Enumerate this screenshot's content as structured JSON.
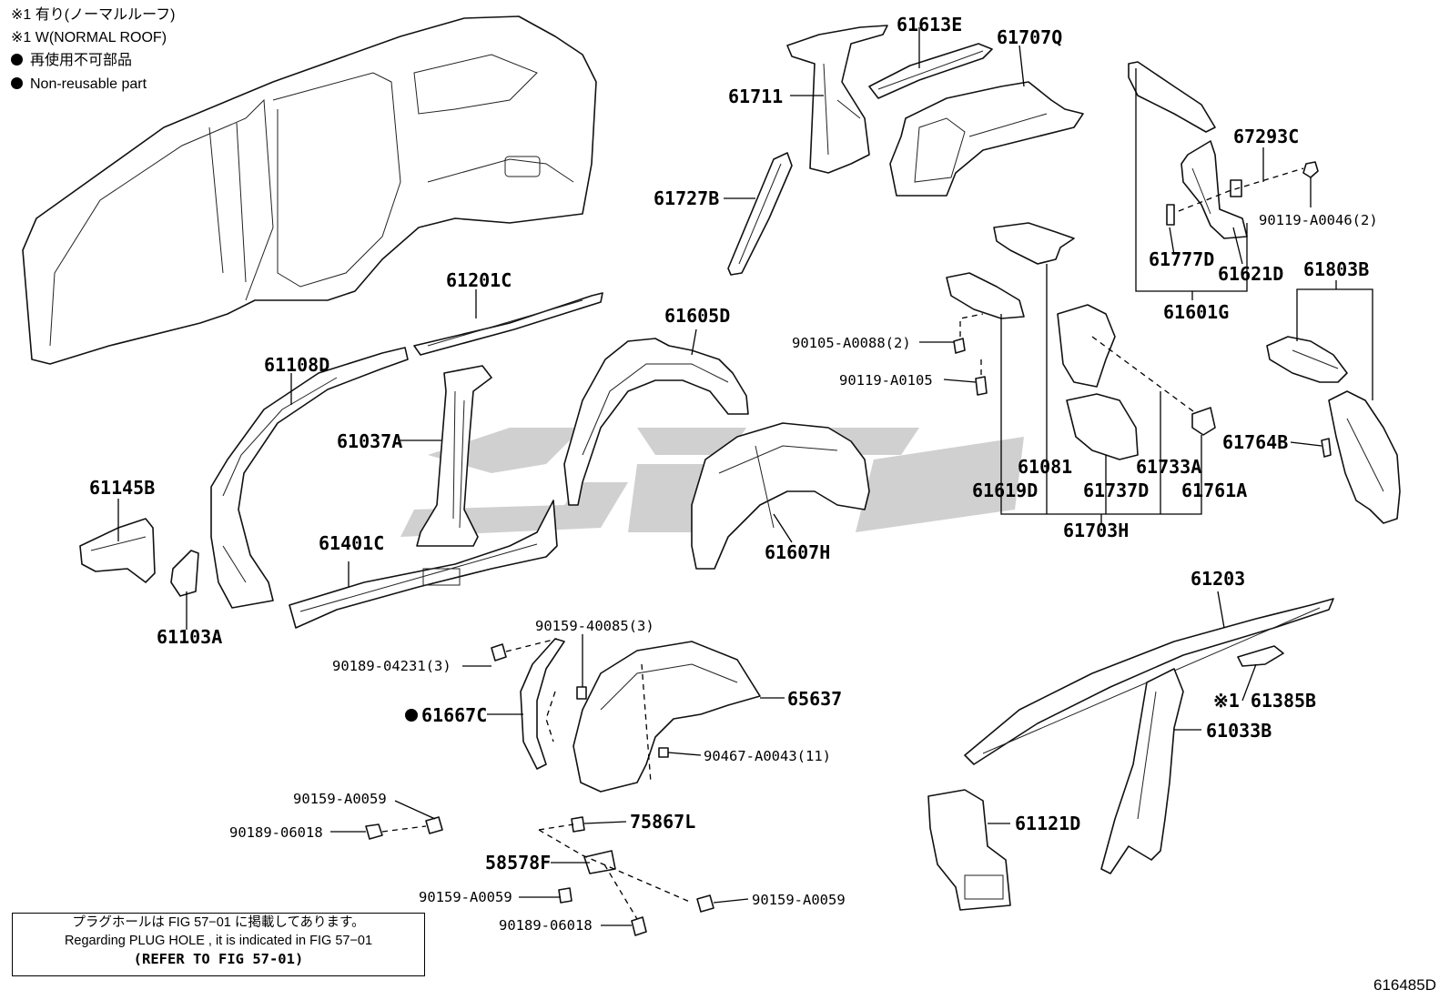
{
  "legend": {
    "note1_jp": "※1 有り(ノーマルルーフ)",
    "note1_en": "※1 W(NORMAL ROOF)",
    "nonreusable_jp": "再使用不可部品",
    "nonreusable_en": "Non-reusable part"
  },
  "note_box": {
    "line_jp": "プラグホールは FIG 57−01 に掲載してあります。",
    "line_en": "Regarding  PLUG  HOLE , it is indicated in  FIG  57−01",
    "line_ref": "(REFER TO FIG 57-01)"
  },
  "figure_code": "616485D",
  "watermark_color": "#c8c8c8",
  "parts": [
    {
      "id": "61613E",
      "label": "61613E"
    },
    {
      "id": "61707Q",
      "label": "61707Q"
    },
    {
      "id": "61711",
      "label": "61711"
    },
    {
      "id": "61727B",
      "label": "61727B"
    },
    {
      "id": "67293C",
      "label": "67293C"
    },
    {
      "id": "90119-A0046",
      "label": "90119-A0046(2)"
    },
    {
      "id": "61777D",
      "label": "61777D"
    },
    {
      "id": "61621D",
      "label": "61621D"
    },
    {
      "id": "61601G",
      "label": "61601G"
    },
    {
      "id": "61803B",
      "label": "61803B"
    },
    {
      "id": "61201C",
      "label": "61201C"
    },
    {
      "id": "61108D",
      "label": "61108D"
    },
    {
      "id": "61037A",
      "label": "61037A"
    },
    {
      "id": "61605D",
      "label": "61605D"
    },
    {
      "id": "90105-A0088",
      "label": "90105-A0088(2)"
    },
    {
      "id": "90119-A0105",
      "label": "90119-A0105"
    },
    {
      "id": "61764B",
      "label": "61764B"
    },
    {
      "id": "61145B",
      "label": "61145B"
    },
    {
      "id": "61081",
      "label": "61081"
    },
    {
      "id": "61733A",
      "label": "61733A"
    },
    {
      "id": "61619D",
      "label": "61619D"
    },
    {
      "id": "61737D",
      "label": "61737D"
    },
    {
      "id": "61761A",
      "label": "61761A"
    },
    {
      "id": "61401C",
      "label": "61401C"
    },
    {
      "id": "61703H",
      "label": "61703H"
    },
    {
      "id": "61607H",
      "label": "61607H"
    },
    {
      "id": "61103A",
      "label": "61103A"
    },
    {
      "id": "61203",
      "label": "61203"
    },
    {
      "id": "90159-40085",
      "label": "90159-40085(3)"
    },
    {
      "id": "90189-04231",
      "label": "90189-04231(3)"
    },
    {
      "id": "65637",
      "label": "65637"
    },
    {
      "id": "61385B",
      "label": "※1 61385B"
    },
    {
      "id": "61667C",
      "label": "61667C"
    },
    {
      "id": "61033B",
      "label": "61033B"
    },
    {
      "id": "90467-A0043",
      "label": "90467-A0043(11)"
    },
    {
      "id": "90159-A0059-a",
      "label": "90159-A0059"
    },
    {
      "id": "61121D",
      "label": "61121D"
    },
    {
      "id": "90189-06018-a",
      "label": "90189-06018"
    },
    {
      "id": "75867L",
      "label": "75867L"
    },
    {
      "id": "58578F",
      "label": "58578F"
    },
    {
      "id": "90159-A0059-b",
      "label": "90159-A0059"
    },
    {
      "id": "90159-A0059-c",
      "label": "90159-A0059"
    },
    {
      "id": "90189-06018-b",
      "label": "90189-06018"
    }
  ]
}
